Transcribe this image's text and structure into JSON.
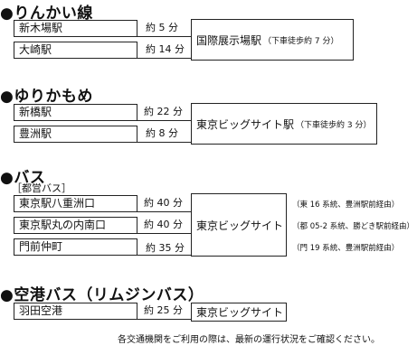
{
  "sections": {
    "rinkai": {
      "heading": "●りんかい線",
      "stations": [
        {
          "name": "新木場駅",
          "time": "約 5 分"
        },
        {
          "name": "大崎駅",
          "time": "約 14 分"
        }
      ],
      "destination": "国際展示場駅",
      "walk": "（下車徒歩約 7 分）"
    },
    "yurikamome": {
      "heading": "●ゆりかもめ",
      "stations": [
        {
          "name": "新橋駅",
          "time": "約 22 分"
        },
        {
          "name": "豊洲駅",
          "time": "約 8 分"
        }
      ],
      "destination": "東京ビッグサイト駅",
      "walk": "（下車徒歩約 3 分）"
    },
    "bus": {
      "heading": "●バス",
      "subheading": "［都営バス］",
      "stops": [
        {
          "name": "東京駅八重洲口",
          "time": "約 40 分",
          "route": "（東 16 系統、豊洲駅前経由）"
        },
        {
          "name": "東京駅丸の内南口",
          "time": "約 40 分",
          "route": "（都 05-2 系統、勝どき駅前経由）"
        },
        {
          "name": "門前仲町",
          "time": "約 35 分",
          "route": "（門 19 系統、豊洲駅前経由）"
        }
      ],
      "destination": "東京ビッグサイト"
    },
    "airport": {
      "heading": "●空港バス（リムジンバス）",
      "stops": [
        {
          "name": "羽田空港",
          "time": "約 25 分"
        }
      ],
      "destination": "東京ビッグサイト"
    }
  },
  "footer_note": "各交通機関をご利用の際は、最新の運行状況をご確認ください。"
}
